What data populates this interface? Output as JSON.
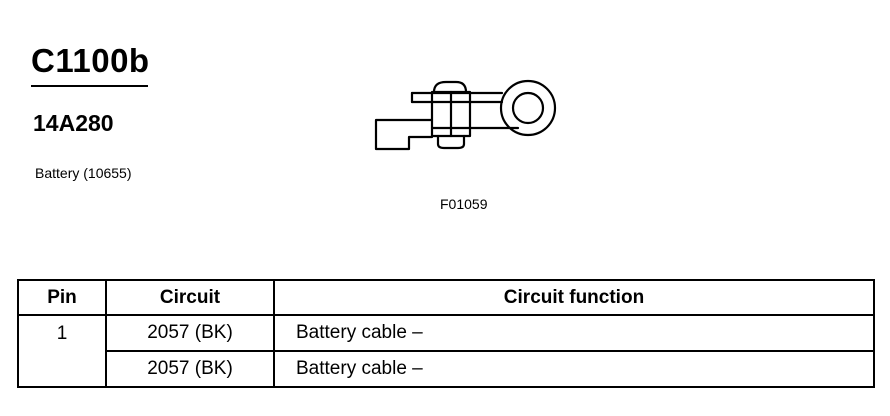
{
  "connector": {
    "id": "C1100b",
    "part_number": "14A280",
    "component": "Battery (10655)"
  },
  "figure": {
    "code": "F01059",
    "icon": "battery-terminal-connector-drawing"
  },
  "table": {
    "headers": {
      "pin": "Pin",
      "circuit": "Circuit",
      "function": "Circuit function"
    },
    "rows": [
      {
        "pin": "1",
        "circuit": "2057 (BK)",
        "function": "Battery cable –"
      },
      {
        "pin": "",
        "circuit": "2057 (BK)",
        "function": "Battery cable –"
      }
    ]
  }
}
